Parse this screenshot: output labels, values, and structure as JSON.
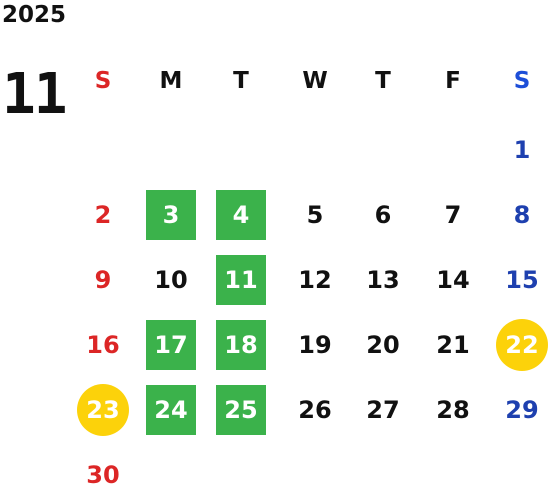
{
  "year": "2025",
  "month": "11",
  "weekdays": [
    "S",
    "M",
    "T",
    "W",
    "T",
    "F",
    "S"
  ],
  "weeks": [
    [
      {
        "d": ""
      },
      {
        "d": ""
      },
      {
        "d": ""
      },
      {
        "d": ""
      },
      {
        "d": ""
      },
      {
        "d": ""
      },
      {
        "d": "1",
        "type": "sat"
      }
    ],
    [
      {
        "d": "2",
        "type": "sun"
      },
      {
        "d": "3",
        "type": "green"
      },
      {
        "d": "4",
        "type": "green"
      },
      {
        "d": "5"
      },
      {
        "d": "6"
      },
      {
        "d": "7"
      },
      {
        "d": "8",
        "type": "sat"
      }
    ],
    [
      {
        "d": "9",
        "type": "sun"
      },
      {
        "d": "10"
      },
      {
        "d": "11",
        "type": "green"
      },
      {
        "d": "12"
      },
      {
        "d": "13"
      },
      {
        "d": "14"
      },
      {
        "d": "15",
        "type": "sat"
      }
    ],
    [
      {
        "d": "16",
        "type": "sun"
      },
      {
        "d": "17",
        "type": "green"
      },
      {
        "d": "18",
        "type": "green"
      },
      {
        "d": "19"
      },
      {
        "d": "20"
      },
      {
        "d": "21"
      },
      {
        "d": "22",
        "type": "holiday"
      }
    ],
    [
      {
        "d": "23",
        "type": "holiday"
      },
      {
        "d": "24",
        "type": "green"
      },
      {
        "d": "25",
        "type": "green"
      },
      {
        "d": "26"
      },
      {
        "d": "27"
      },
      {
        "d": "28"
      },
      {
        "d": "29",
        "type": "sat"
      }
    ],
    [
      {
        "d": "30",
        "type": "sun"
      },
      {
        "d": ""
      },
      {
        "d": ""
      },
      {
        "d": ""
      },
      {
        "d": ""
      },
      {
        "d": ""
      },
      {
        "d": ""
      }
    ]
  ],
  "colors": {
    "highlight_green": "#3bb24b",
    "holiday_yellow": "#fcd20a",
    "sunday_red": "#dc2626",
    "saturday_blue": "#1e40af"
  }
}
